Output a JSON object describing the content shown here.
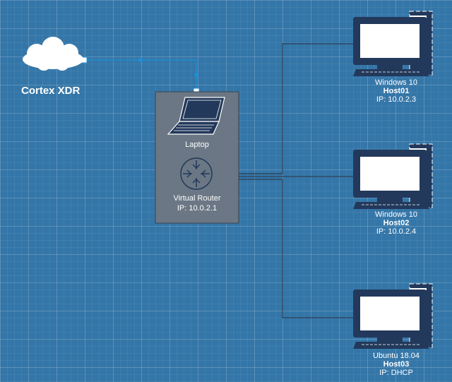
{
  "cloud": {
    "label": "Cortex XDR",
    "icon": "cloud-icon"
  },
  "gateway_box": {
    "laptop_label": "Laptop",
    "router_label": "Virtual Router",
    "router_ip": "IP: 10.0.2.1"
  },
  "hosts": [
    {
      "os": "Windows 10",
      "name": "Host01",
      "ip": "IP: 10.0.2.3"
    },
    {
      "os": "Windows 10",
      "name": "Host02",
      "ip": "IP: 10.0.2.4"
    },
    {
      "os": "Ubuntu 18.04",
      "name": "Host03",
      "ip": "IP: DHCP"
    }
  ],
  "colors": {
    "background": "#3476a8",
    "link_line": "#2c3f55",
    "cloud_link": "#1f8fd6",
    "device_dark": "#23395b",
    "box_fill": "#6b7784"
  }
}
